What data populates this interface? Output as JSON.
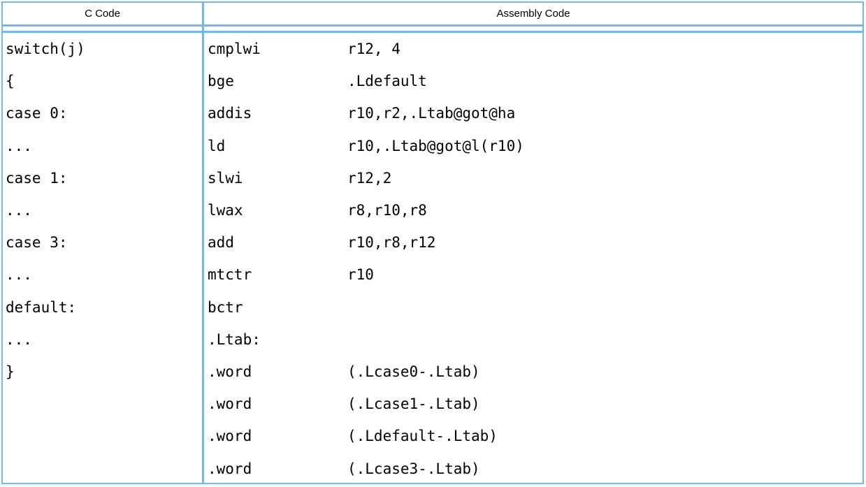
{
  "table": {
    "border_color": "#6fb8f2",
    "text_color": "#000000",
    "header": {
      "c_col": "C Code",
      "asm_col": "Assembly Code"
    },
    "c_code_lines": [
      "switch(j)",
      "{",
      "case 0:",
      "...",
      "case 1:",
      "...",
      "case 3:",
      "...",
      "default:",
      "...",
      "}"
    ],
    "assembly_lines": [
      {
        "mnemonic": "cmplwi",
        "operands": "r12, 4"
      },
      {
        "mnemonic": "bge",
        "operands": ".Ldefault"
      },
      {
        "mnemonic": "addis",
        "operands": "r10,r2,.Ltab@got@ha"
      },
      {
        "mnemonic": "ld",
        "operands": "r10,.Ltab@got@l(r10)"
      },
      {
        "mnemonic": "slwi",
        "operands": "r12,2"
      },
      {
        "mnemonic": "lwax",
        "operands": "r8,r10,r8"
      },
      {
        "mnemonic": "add",
        "operands": "r10,r8,r12"
      },
      {
        "mnemonic": "mtctr",
        "operands": "r10"
      },
      {
        "mnemonic": "bctr",
        "operands": ""
      },
      {
        "mnemonic": ".Ltab:",
        "operands": ""
      },
      {
        "mnemonic": ".word",
        "operands": "(.Lcase0-.Ltab)"
      },
      {
        "mnemonic": ".word",
        "operands": "(.Lcase1-.Ltab)"
      },
      {
        "mnemonic": ".word",
        "operands": "(.Ldefault-.Ltab)"
      },
      {
        "mnemonic": ".word",
        "operands": "(.Lcase3-.Ltab)"
      }
    ]
  }
}
